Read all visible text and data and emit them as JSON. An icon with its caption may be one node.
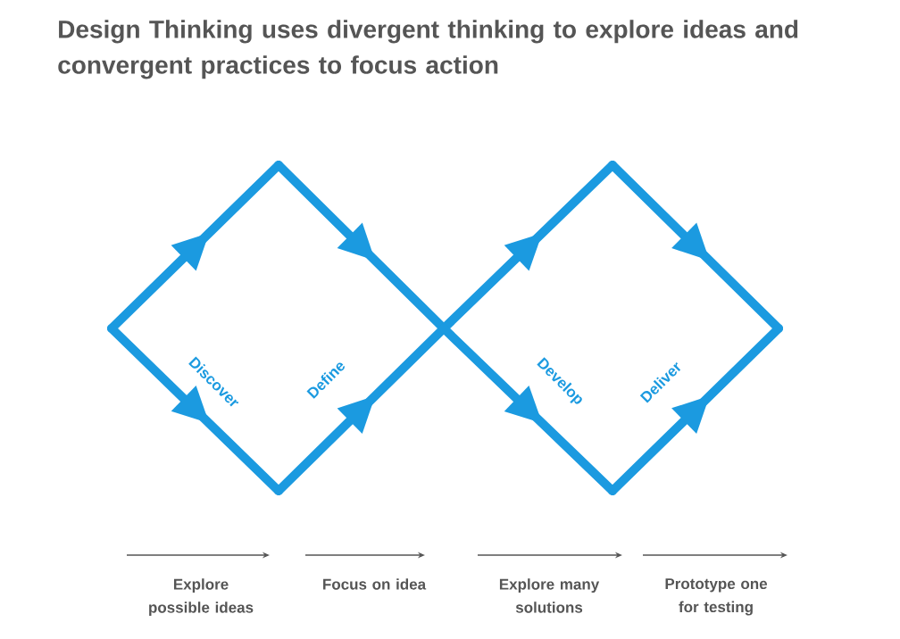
{
  "diagram": {
    "title": "Design Thinking uses divergent thinking to explore ideas and convergent practices to focus action",
    "labels": [
      "Discover",
      "Define",
      "Develop",
      "Deliver",
      "Explore possible ideas",
      "Focus on idea",
      "Explore many solutions",
      "Prototype one for testing"
    ]
  }
}
